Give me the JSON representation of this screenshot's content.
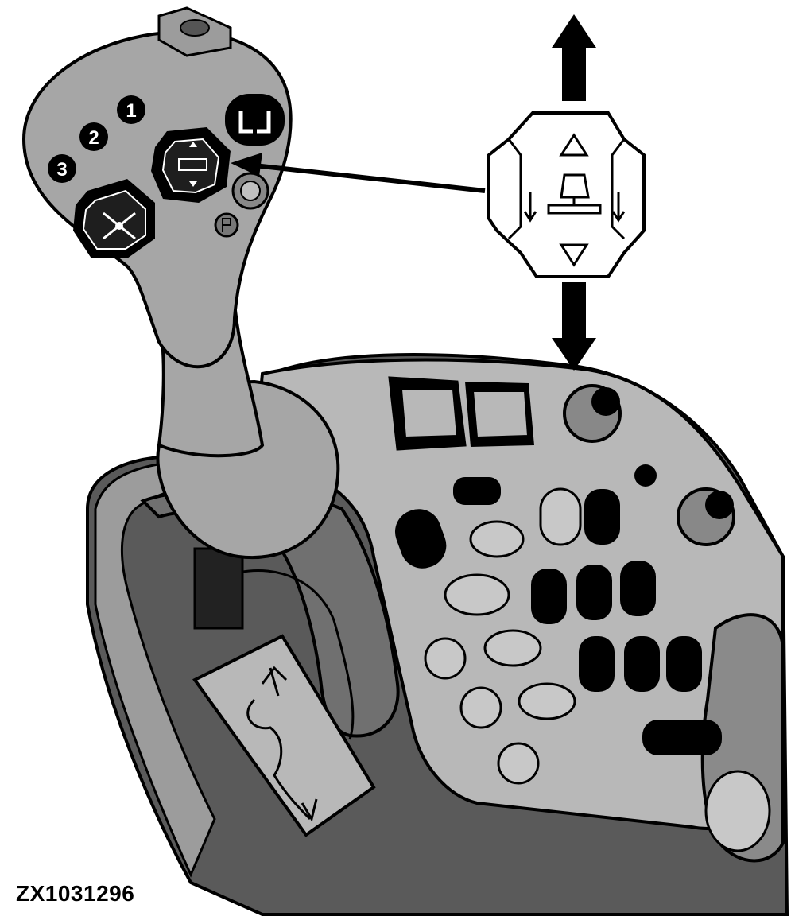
{
  "figure_code": "ZX1031296",
  "joystick": {
    "button_labels": [
      "1",
      "2",
      "3"
    ]
  },
  "colors": {
    "ink": "#000000",
    "body_gray": "#a6a6a6",
    "panel_gray": "#b8b8b8",
    "dark_gray": "#5a5a5a",
    "paper": "#ffffff"
  },
  "icons": {
    "up_arrow": "large-up-arrow-icon",
    "down_arrow": "large-down-arrow-icon",
    "callout_arrow": "callout-pointer-arrow-icon",
    "hitch_switch_detail": "hitch-raise-lower-switch-icon"
  }
}
